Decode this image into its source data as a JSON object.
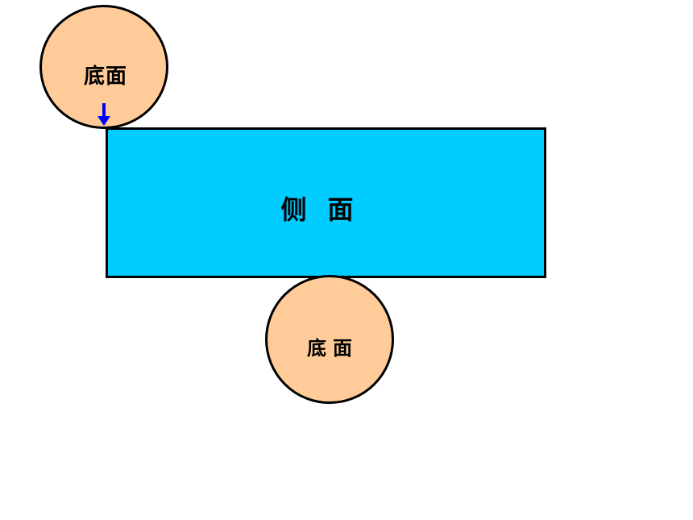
{
  "diagram": {
    "top_base": {
      "label": "底面"
    },
    "lateral_face": {
      "label": "侧面"
    },
    "bottom_base": {
      "label": "底面"
    },
    "arrow": {
      "direction": "down"
    }
  },
  "colors": {
    "base_fill": "#FFCC99",
    "lateral_fill": "#00CCFF",
    "outline": "#000000",
    "arrow": "#0000FF"
  }
}
